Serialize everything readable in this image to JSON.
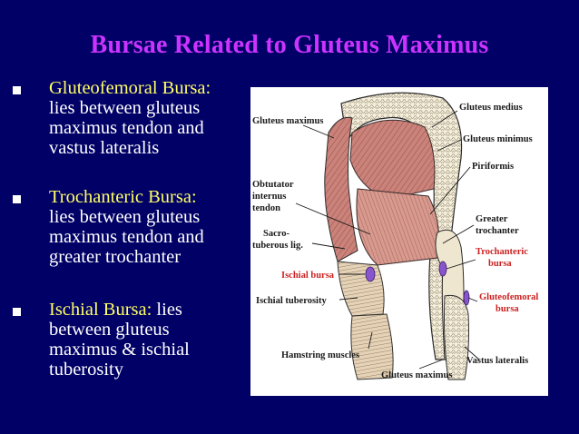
{
  "slide": {
    "title": "Bursae Related to Gluteus Maximus",
    "bullets": [
      {
        "term": "Gluteofemoral Bursa:",
        "line1": "",
        "rest": [
          "lies between gluteus",
          "maximus tendon and",
          "vastus lateralis"
        ]
      },
      {
        "term": "Trochanteric Bursa:",
        "line1": "",
        "rest": [
          "lies between gluteus",
          "maximus tendon and",
          "greater trochanter"
        ]
      },
      {
        "term": "Ischial Bursa:",
        "line1": " lies",
        "rest": [
          "between gluteus",
          "maximus & ischial",
          "tuberosity"
        ]
      }
    ]
  },
  "figure": {
    "labels": {
      "gluteus_medius": "Gluteus medius",
      "gluteus_maximus_top": "Gluteus maximus",
      "gluteus_minimus": "Gluteus minimus",
      "piriformis": "Piriformis",
      "obturator_internus_1": "Obtutator",
      "obturator_internus_2": "internus",
      "obturator_internus_3": "tendon",
      "sacro_1": "Sacro-",
      "sacro_2": "tuberous lig.",
      "greater_trochanter_1": "Greater",
      "greater_trochanter_2": "trochanter",
      "trochanteric_bursa_1": "Trochanteric",
      "trochanteric_bursa_2": "bursa",
      "ischial_bursa": "Ischial bursa",
      "gluteofemoral_bursa_1": "Gluteofemoral",
      "gluteofemoral_bursa_2": "bursa",
      "ischial_tuberosity": "Ischial tuberosity",
      "hamstring_muscles": "Hamstring muscles",
      "vastus_lateralis": "Vastus lateralis",
      "gluteus_maximus_bottom": "Gluteus maximus"
    },
    "colors": {
      "muscle": "#c9837a",
      "muscle_dark": "#9e4c45",
      "tendon": "#eae2c8",
      "bursa": "#8855cc",
      "label_red": "#cc2222"
    }
  }
}
